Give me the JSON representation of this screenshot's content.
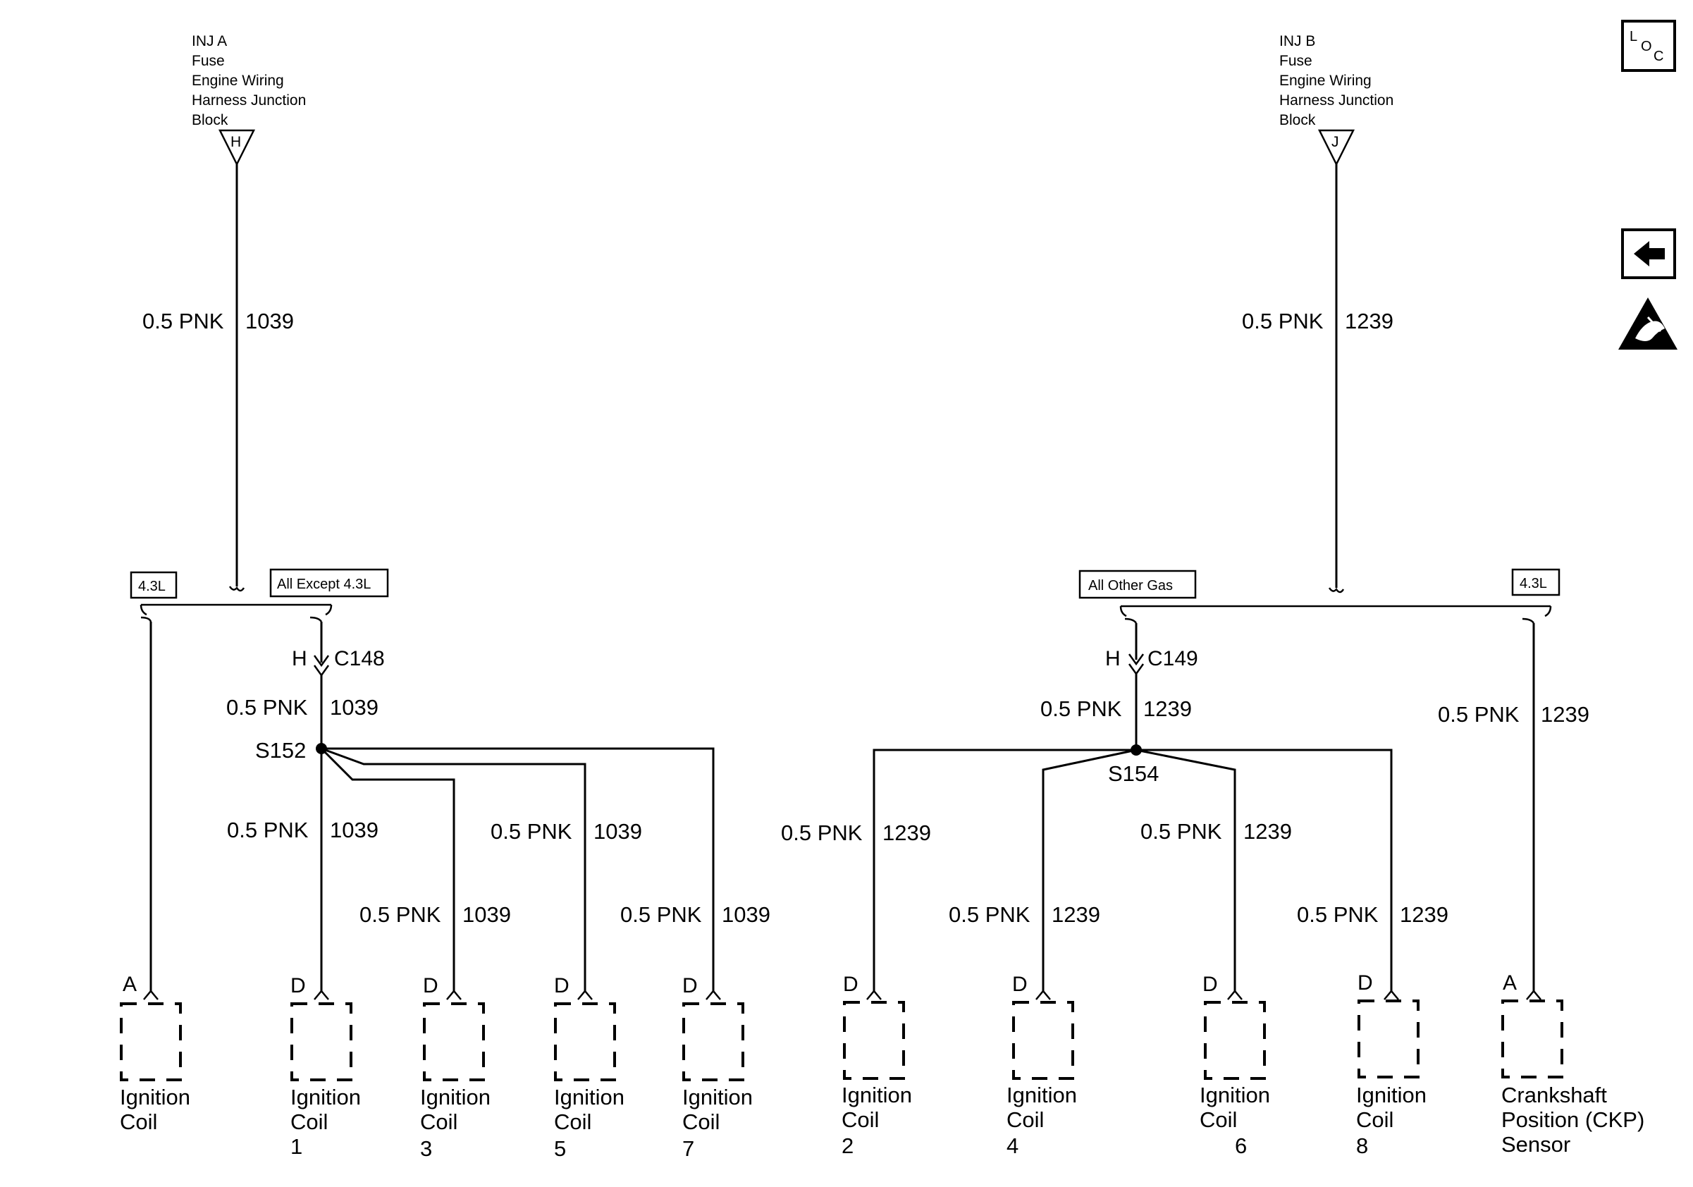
{
  "feeds": [
    {
      "id": "inj-a",
      "label_lines": [
        "INJ A",
        "Fuse",
        "Engine Wiring",
        "Harness Junction",
        "Block"
      ],
      "terminal": "H",
      "wire": {
        "gauge_color": "0.5 PNK",
        "circuit": "1039"
      }
    },
    {
      "id": "inj-b",
      "label_lines": [
        "INJ B",
        "Fuse",
        "Engine Wiring",
        "Harness Junction",
        "Block"
      ],
      "terminal": "J",
      "wire": {
        "gauge_color": "0.5 PNK",
        "circuit": "1239"
      }
    }
  ],
  "option_boxes": {
    "left_43l": "4.3L",
    "left_except": "All Except 4.3L",
    "right_other": "All Other Gas",
    "right_43l": "4.3L"
  },
  "connectors": [
    {
      "id": "c148",
      "pin": "H",
      "name": "C148"
    },
    {
      "id": "c149",
      "pin": "H",
      "name": "C149"
    }
  ],
  "splices": [
    {
      "id": "s152",
      "name": "S152"
    },
    {
      "id": "s154",
      "name": "S154"
    }
  ],
  "wire_labels": {
    "pnk": "0.5 PNK",
    "c1039": "1039",
    "c1239": "1239"
  },
  "components": [
    {
      "id": "coil-a",
      "pin": "A",
      "lines": [
        "Ignition",
        "Coil"
      ]
    },
    {
      "id": "coil-1",
      "pin": "D",
      "lines": [
        "Ignition",
        "Coil",
        "1"
      ]
    },
    {
      "id": "coil-3",
      "pin": "D",
      "lines": [
        "Ignition",
        "Coil",
        "3"
      ]
    },
    {
      "id": "coil-5",
      "pin": "D",
      "lines": [
        "Ignition",
        "Coil",
        "5"
      ]
    },
    {
      "id": "coil-7",
      "pin": "D",
      "lines": [
        "Ignition",
        "Coil",
        "7"
      ]
    },
    {
      "id": "coil-2",
      "pin": "D",
      "lines": [
        "Ignition",
        "Coil",
        "2"
      ]
    },
    {
      "id": "coil-4",
      "pin": "D",
      "lines": [
        "Ignition",
        "Coil",
        "4"
      ]
    },
    {
      "id": "coil-6",
      "pin": "D",
      "lines": [
        "Ignition",
        "Coil",
        "6"
      ]
    },
    {
      "id": "coil-8",
      "pin": "D",
      "lines": [
        "Ignition",
        "Coil",
        "8"
      ]
    },
    {
      "id": "ckp",
      "pin": "A",
      "lines": [
        "Crankshaft",
        "Position (CKP)",
        "Sensor"
      ]
    }
  ],
  "side_icons": {
    "loc": {
      "name": "loc-icon",
      "letters": [
        "L",
        "O",
        "C"
      ]
    },
    "back": {
      "name": "back-arrow-icon"
    },
    "esd": {
      "name": "esd-warning-icon"
    }
  }
}
